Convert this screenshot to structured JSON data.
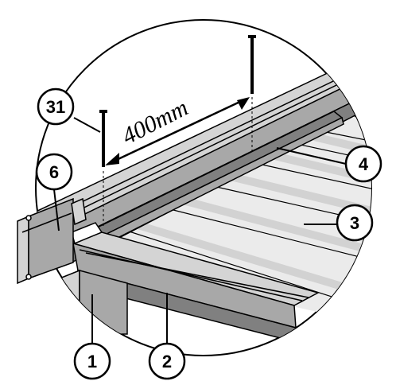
{
  "dimension": {
    "label": "400mm"
  },
  "callouts": [
    {
      "id": "31",
      "label": "31"
    },
    {
      "id": "6",
      "label": "6"
    },
    {
      "id": "4",
      "label": "4"
    },
    {
      "id": "3",
      "label": "3"
    },
    {
      "id": "1",
      "label": "1"
    },
    {
      "id": "2",
      "label": "2"
    }
  ],
  "colors": {
    "rail_dark": "#808080",
    "rail_mid": "#a8a8a8",
    "rail_light": "#d4d4d4",
    "panel_fill": "#ebebeb",
    "panel_stripe": "#d2d2d2",
    "outline": "#000000",
    "background": "#ffffff"
  }
}
